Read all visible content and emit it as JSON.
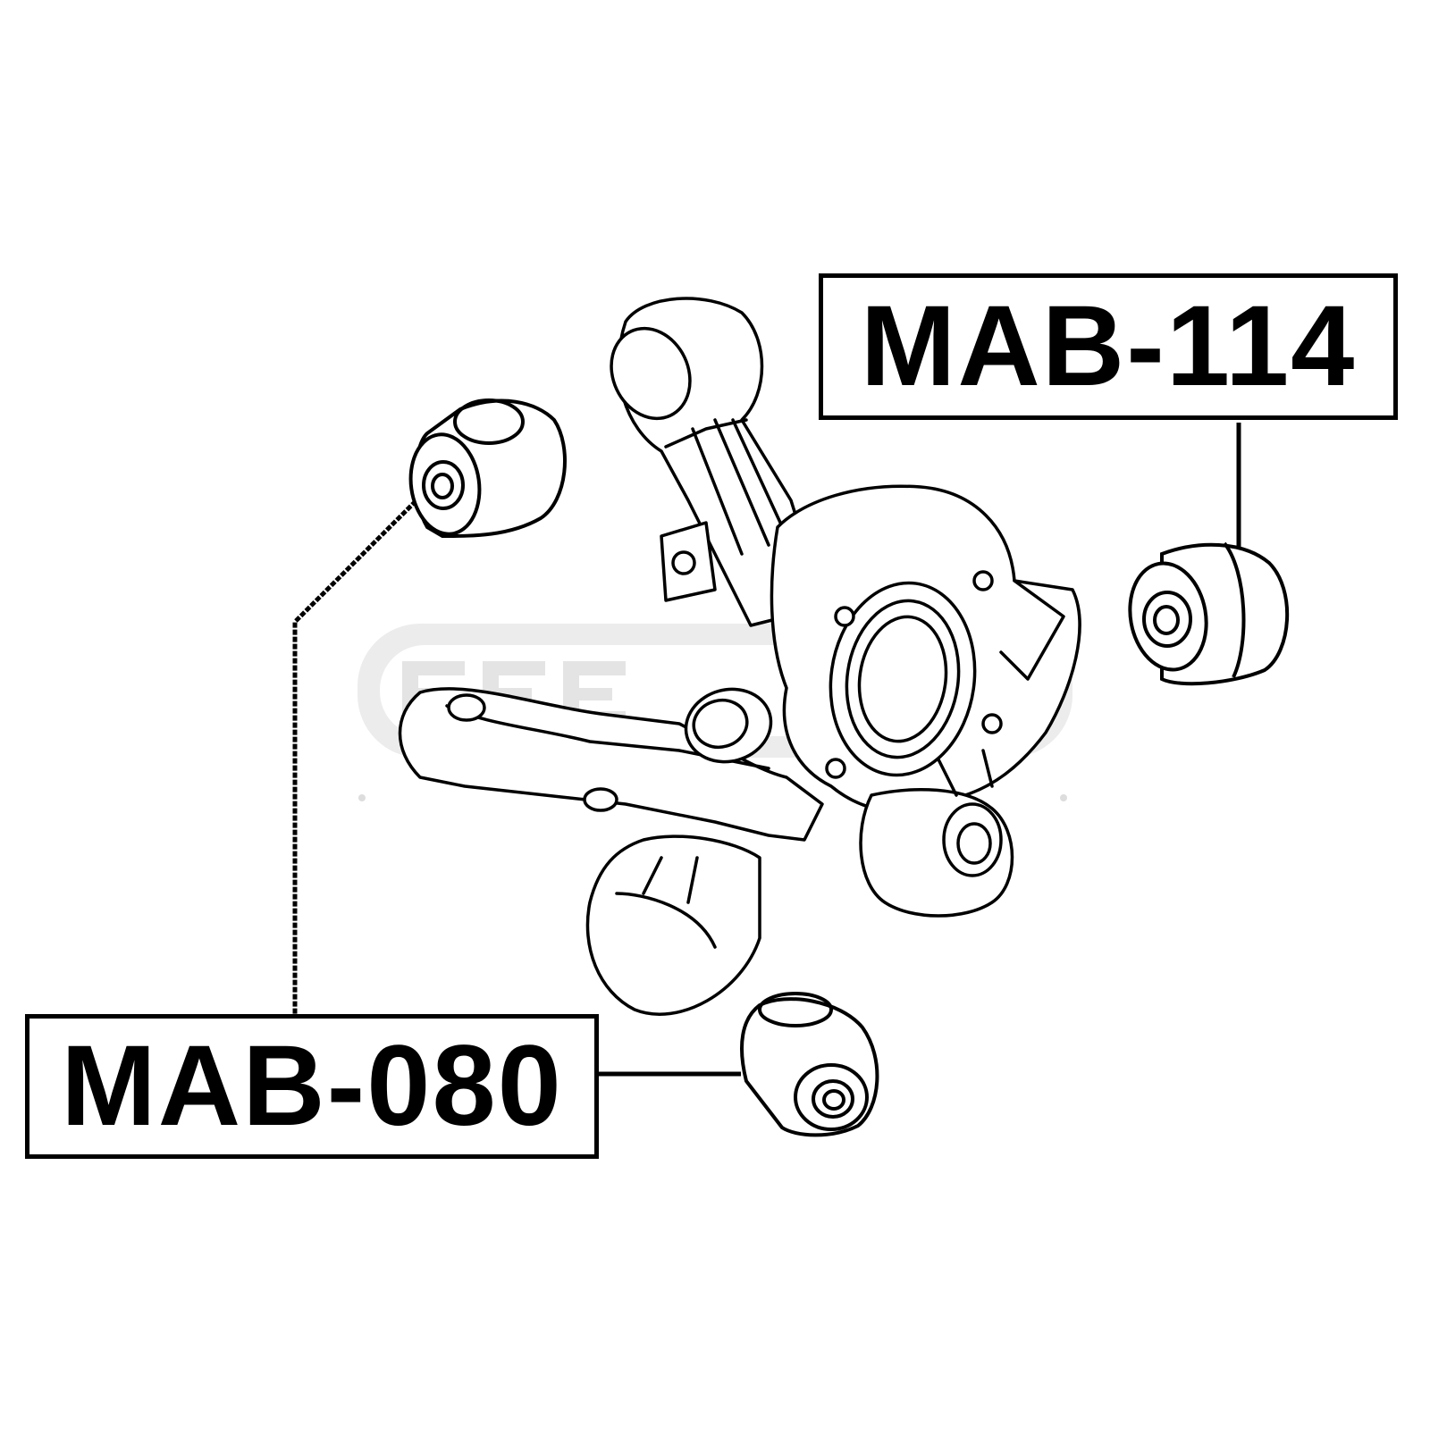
{
  "labels": {
    "upper_right": "MAB-114",
    "lower_left": "MAB-080"
  },
  "icons": {
    "watermark": "brand-watermark-logo",
    "knuckle": "rear-steering-knuckle-assembly",
    "bushing": "suspension-bushing"
  },
  "colors": {
    "ink": "#000000",
    "background": "#ffffff",
    "watermark": "#e6e6e6"
  }
}
